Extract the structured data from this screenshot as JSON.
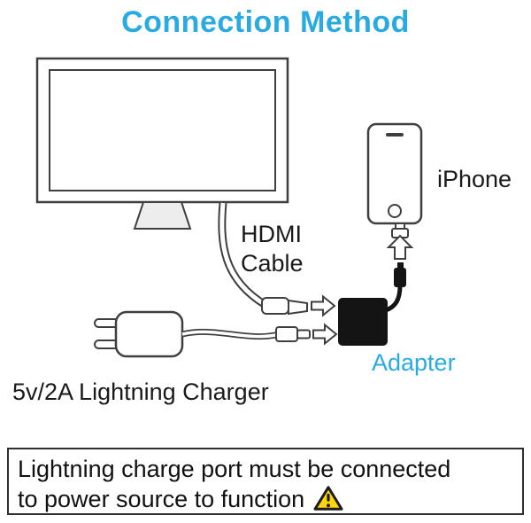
{
  "title": "Connection Method",
  "colors": {
    "accent": "#29ABE2",
    "outline": "#3F3F3F",
    "device_black": "#141414",
    "warning_yellow": "#FFD60A"
  },
  "labels": {
    "hdmi_cable": "HDMI\nCable",
    "iphone": "iPhone",
    "adapter": "Adapter",
    "charger": "5v/2A Lightning Charger"
  },
  "notice": {
    "line1": "Lightning charge port must be connected",
    "line2": "to power source to function"
  },
  "icons": {
    "warning": "yellow warning triangle with exclamation mark",
    "arrow_right": "hollow block arrow pointing right",
    "arrow_up": "hollow block arrow pointing up"
  },
  "diagram_items": [
    "tv-monitor",
    "hdmi-cable",
    "hdmi-connector",
    "hdmi-adapter",
    "lightning-charger",
    "charger-cable",
    "charger-lightning-connector",
    "iphone",
    "adapter-lightning-cable"
  ]
}
